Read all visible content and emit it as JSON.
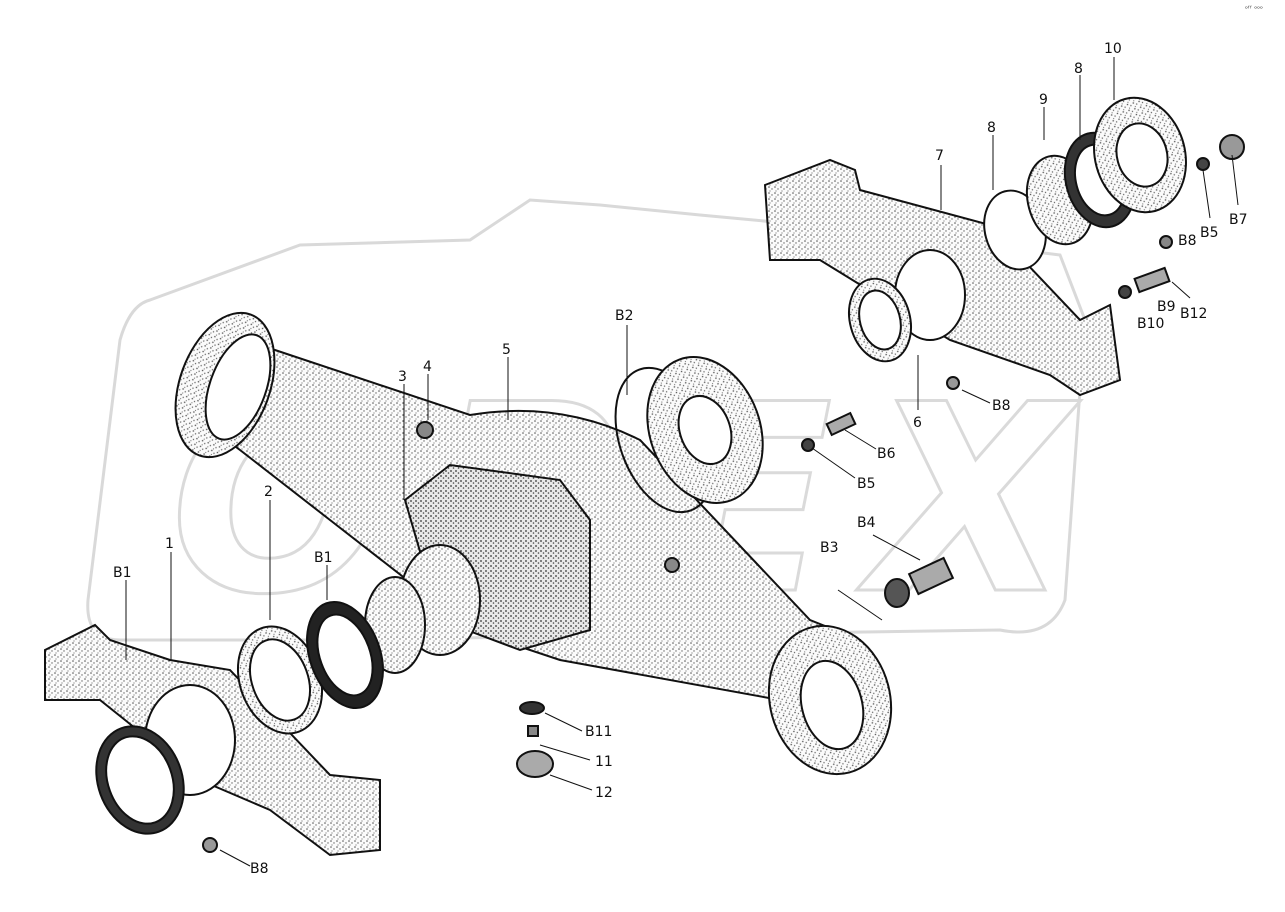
{
  "corner_mark": "ᵒᶠᶠ ᵒᵒᵒ",
  "watermark": "OPEX",
  "labels": {
    "l1": "1",
    "l2": "2",
    "l3": "3",
    "l4": "4",
    "l5": "5",
    "l6": "6",
    "l7": "7",
    "l8a": "8",
    "l8b": "8",
    "l9": "9",
    "l10": "10",
    "l11": "11",
    "l12": "12",
    "B1a": "B1",
    "B1b": "B1",
    "B2": "B2",
    "B3": "B3",
    "B4": "B4",
    "B5a": "B5",
    "B5b": "B5",
    "B6": "B6",
    "B7": "B7",
    "B8a": "B8",
    "B8b": "B8",
    "B8c": "B8",
    "B9": "B9",
    "B10": "B10",
    "B11": "B11",
    "B12": "B12"
  }
}
